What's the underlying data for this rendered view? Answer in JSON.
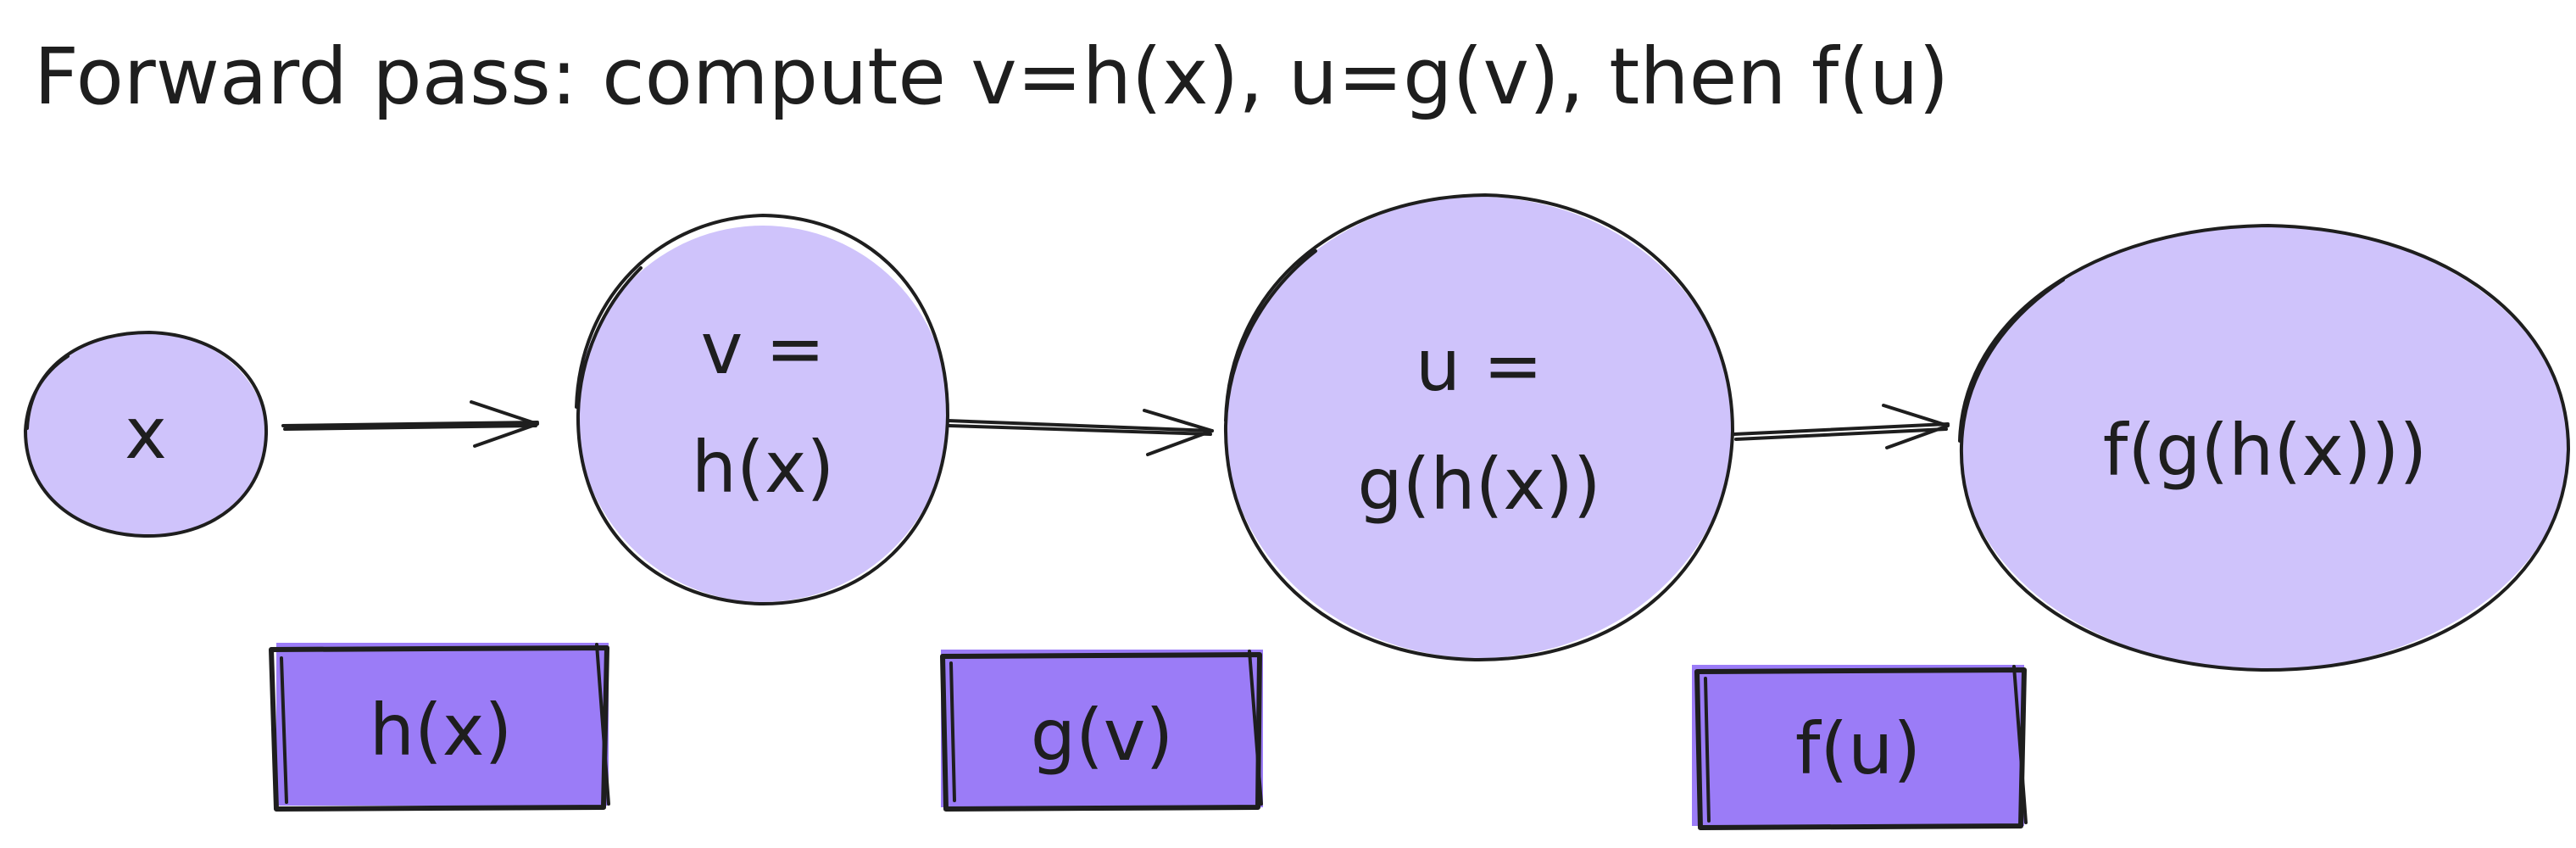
{
  "title": "Forward pass: compute v=h(x), u=g(v), then f(u)",
  "colors": {
    "node_fill": "#cfc3fb",
    "box_fill": "#9b7cf7",
    "stroke": "#1e1e1e",
    "background": "#ffffff"
  },
  "nodes": [
    {
      "id": "x",
      "lines": [
        "x"
      ]
    },
    {
      "id": "v",
      "lines": [
        "v =",
        "h(x)"
      ]
    },
    {
      "id": "u",
      "lines": [
        "u =",
        "g(h(x))"
      ]
    },
    {
      "id": "f",
      "lines": [
        "f(g(h(x)))"
      ]
    }
  ],
  "boxes": [
    {
      "id": "h",
      "label": "h(x)"
    },
    {
      "id": "g",
      "label": "g(v)"
    },
    {
      "id": "fu",
      "label": "f(u)"
    }
  ]
}
